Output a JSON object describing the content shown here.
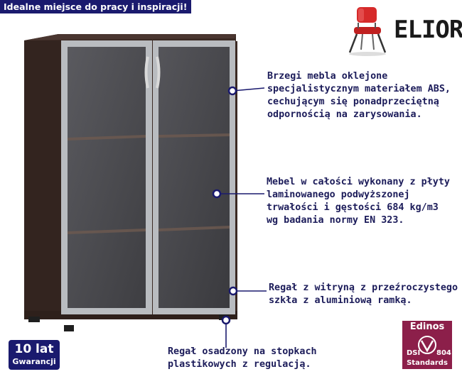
{
  "banner": {
    "text": "Idealne miejsce do pracy i inspiracji!"
  },
  "brand": {
    "name": "ELIOR",
    "icon": "red-chair-icon",
    "color": "#d62a2a"
  },
  "annotations": [
    {
      "lines": [
        "Brzegi mebla oklejone",
        "specjalistycznym materiałem ABS,",
        "cechującym się ponadprzeciętną",
        "odpornością na zarysowania."
      ]
    },
    {
      "lines": [
        "Mebel w całości wykonany z płyty",
        "laminowanego podwyższonej",
        "trwałości i gęstości 684 kg/m3",
        "wg badania normy EN 323."
      ]
    },
    {
      "lines": [
        "Regał z witryną z przeźroczystego",
        "szkła z aluminiową ramką."
      ]
    },
    {
      "lines": [
        "Regał osadzony na stopkach",
        "plastikowych z regulacją."
      ]
    }
  ],
  "warranty": {
    "big": "10 lat",
    "small": "Gwarancji"
  },
  "certificate": {
    "top": "Edinos",
    "code_left": "DSI",
    "code_right": "804",
    "bottom": "Standards"
  },
  "colors": {
    "navy": "#1a1a6e",
    "wood": "#3b2a24",
    "glass": "#4e4e52",
    "frame": "#b9bcc0",
    "cert": "#8c1f4a"
  }
}
